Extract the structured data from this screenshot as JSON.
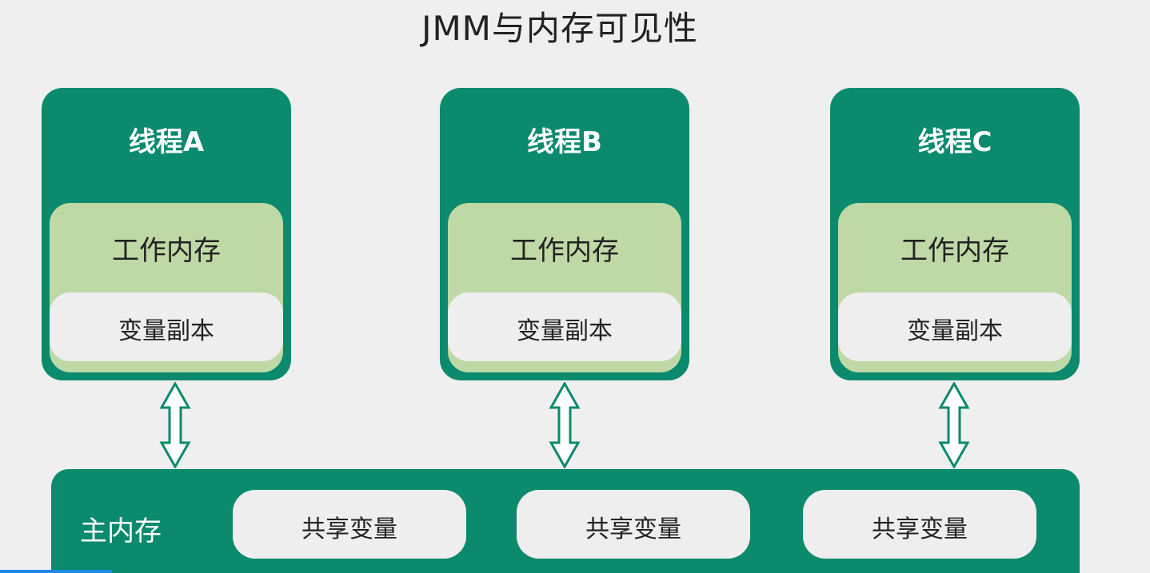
{
  "title": "JMM与内存可见性",
  "threads": [
    {
      "name": "线程A",
      "work_memory": "工作内存",
      "var_copy": "变量副本"
    },
    {
      "name": "线程B",
      "work_memory": "工作内存",
      "var_copy": "变量副本"
    },
    {
      "name": "线程C",
      "work_memory": "工作内存",
      "var_copy": "变量副本"
    }
  ],
  "main_memory": {
    "label": "主内存",
    "shared_vars": [
      "共享变量",
      "共享变量",
      "共享变量"
    ]
  },
  "colors": {
    "accent": "#0b8a6d",
    "work_memory": "#bfd9a6",
    "box": "#eeeeee",
    "background": "#efefef"
  }
}
